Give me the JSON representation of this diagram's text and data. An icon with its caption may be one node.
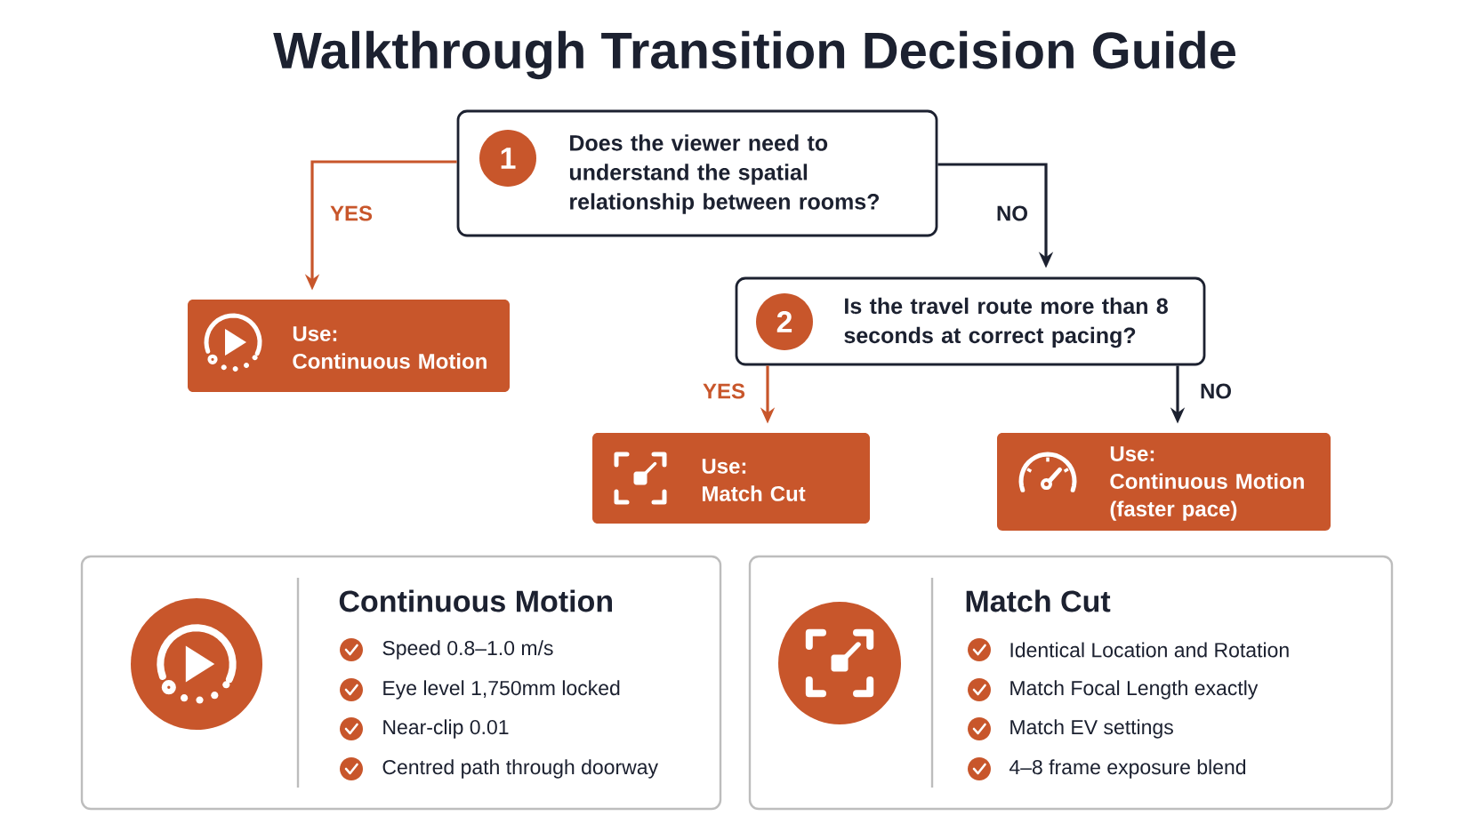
{
  "diagram": {
    "title": "Walkthrough Transition Decision Guide",
    "nodes": [
      {
        "text": [
          "1",
          "Does the viewer need to understand the spatial relationship between rooms?"
        ]
      },
      {
        "text": [
          "Use:",
          "Continuous Motion"
        ]
      },
      {
        "text": [
          "2",
          "Is the travel route more than 8 seconds at correct pacing?"
        ]
      },
      {
        "text": [
          "Use:",
          "Match Cut"
        ]
      },
      {
        "text": [
          "Use:",
          "Continuous Motion (faster pace)"
        ]
      },
      {
        "text": [
          "Continuous Motion",
          "Speed 0.8–1.0 m/s",
          "Eye level 1,750mm locked",
          "Near-clip 0.01",
          "Centred path through doorway"
        ]
      },
      {
        "text": [
          "Match Cut",
          "Identical Location and Rotation",
          "Match Focal Length exactly",
          "Match EV settings",
          "4–8 frame exposure blend"
        ]
      }
    ],
    "edges": [
      {
        "from": 0,
        "to": 1,
        "arrow": "to",
        "label": "YES",
        "color": "#c8562b"
      },
      {
        "from": 0,
        "to": 2,
        "arrow": "to",
        "label": "NO",
        "color": "#1c2130"
      },
      {
        "from": 2,
        "to": 3,
        "arrow": "to",
        "label": "YES",
        "color": "#c8562b"
      },
      {
        "from": 2,
        "to": 4,
        "arrow": "to",
        "label": "NO",
        "color": "#1c2130"
      }
    ]
  }
}
